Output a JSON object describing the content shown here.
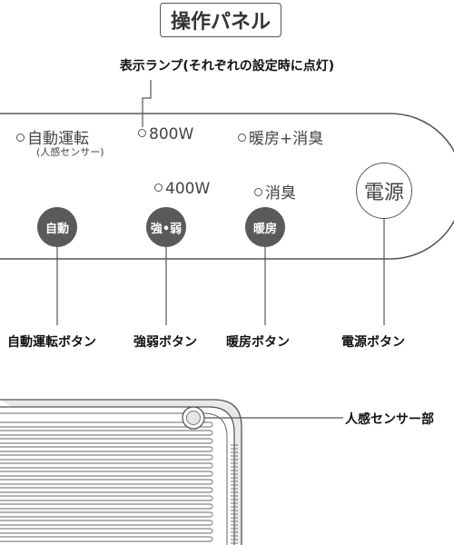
{
  "title": "操作パネル",
  "lamp_caption": "表示ランプ(それぞれの設定時に点灯)",
  "indicators": {
    "auto": "自動運転",
    "auto_sub": "(人感センサー)",
    "w800": "800W",
    "heat_deodor": "暖房+消臭",
    "w400": "400W",
    "deodor": "消臭"
  },
  "buttons": {
    "auto": "自動",
    "strength": "強•弱",
    "heat": "暖房",
    "power": "電源"
  },
  "button_labels": {
    "auto": "自動運転ボタン",
    "strength": "強弱ボタン",
    "heat": "暖房ボタン",
    "power": "電源ボタン"
  },
  "sensor_label": "人感センサー部",
  "colors": {
    "button_fill": "#5a5a5a",
    "line": "#555555"
  }
}
